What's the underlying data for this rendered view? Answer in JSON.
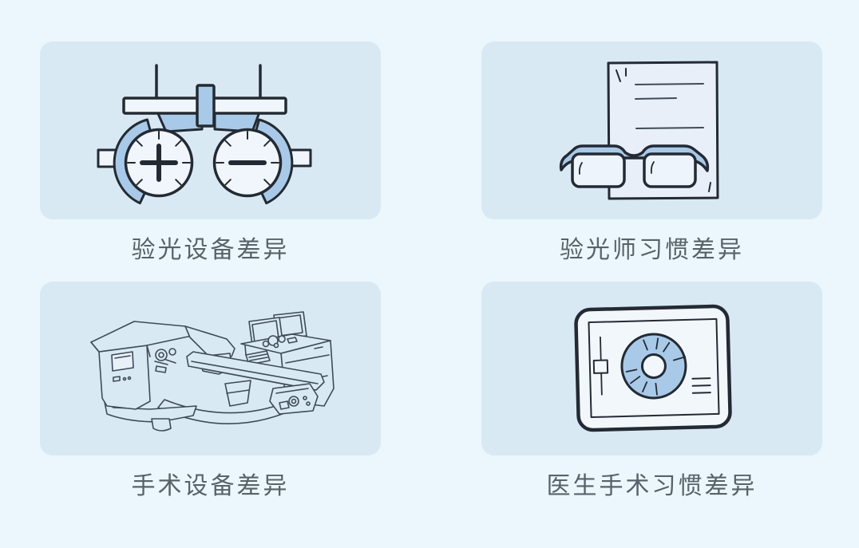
{
  "page": {
    "background": "#ecf6fd",
    "card_background": "#d9e9f4",
    "accent_blue": "#a9c9e8",
    "outline_dark": "#232a33",
    "lineart_color": "#3e4b58",
    "label_color": "#57626b"
  },
  "panels": [
    {
      "id": "optometry-equipment",
      "label": "验光设备差异",
      "icon": "trial-frame-icon"
    },
    {
      "id": "optometrist-habit",
      "label": "验光师习惯差异",
      "icon": "glasses-document-icon"
    },
    {
      "id": "surgery-equipment",
      "label": "手术设备差异",
      "icon": "surgery-machines-icon"
    },
    {
      "id": "surgeon-habit",
      "label": "医生手术习惯差异",
      "icon": "monitor-eye-icon"
    }
  ]
}
